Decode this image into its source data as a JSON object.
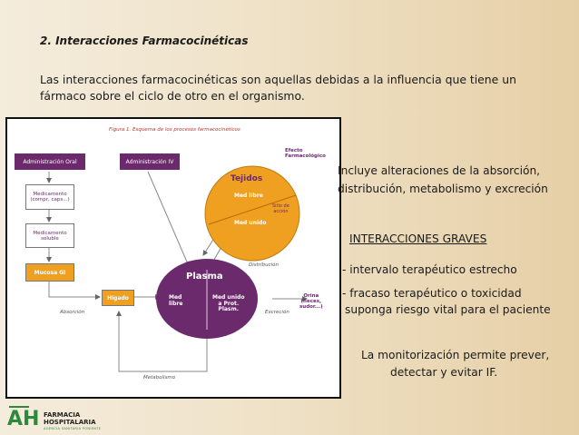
{
  "slide": {
    "section_title": "2. Interacciones Farmacocinéticas",
    "intro_line1": "Las interacciones farmacocinéticas son aquellas debidas a la influencia que tiene un",
    "intro_line2": "fármaco sobre el ciclo de otro en el organismo."
  },
  "figure": {
    "caption": "Figura 1. Esquema de los procesos farmacocinéticos",
    "admin_oral": "Administración Oral",
    "admin_iv": "Administración IV",
    "medicamento_line1": "Medicamento",
    "medicamento_line2": "(compr, caps...)",
    "med_soluble_line1": "Medicamento",
    "med_soluble_line2": "soluble",
    "mucosa": "Mucosa GI",
    "higado": "Hígado",
    "absorcion": "Absorción",
    "metabolismo": "Metabolismo",
    "tejidos": "Tejidos",
    "med_libre_tejidos": "Med libre",
    "med_unido_tejidos": "Med unido",
    "sitio_line1": "Sitio de",
    "sitio_line2": "acción",
    "efecto_line1": "Efecto",
    "efecto_line2": "Farmacológico",
    "plasma": "Plasma",
    "med_plasma_line1": "Med",
    "med_plasma_line2": "libre",
    "unido_prot_line1": "Med unido",
    "unido_prot_line2": "a Prot.",
    "unido_prot_line3": "Plasm.",
    "distribucion": "Distribución",
    "excrecion": "Excreción",
    "orina_line1": "Orina",
    "orina_line2": "(heces,",
    "orina_line3": "sudor...)"
  },
  "right_panel": {
    "line1": "Incluye alteraciones de la absorción,",
    "line2": "distribución, metabolismo y excreción",
    "heading": "INTERACCIONES GRAVES",
    "bullet1": "- intervalo terapéutico estrecho",
    "bullet2_line1": "- fracaso terapéutico o toxicidad",
    "bullet2_line2": "suponga riesgo vital para el paciente",
    "note_line1": "La monitorización permite prever,",
    "note_line2": "detectar y evitar IF."
  },
  "logo": {
    "letters": "AH",
    "name_line1": "FARMACIA",
    "name_line2": "HOSPITALARIA",
    "subtitle": "AGENCIA SANITARIA PONIENTE"
  },
  "colors": {
    "purple": "#6b2a6b",
    "orange": "#f0a020",
    "green": "#2b8a3e"
  }
}
